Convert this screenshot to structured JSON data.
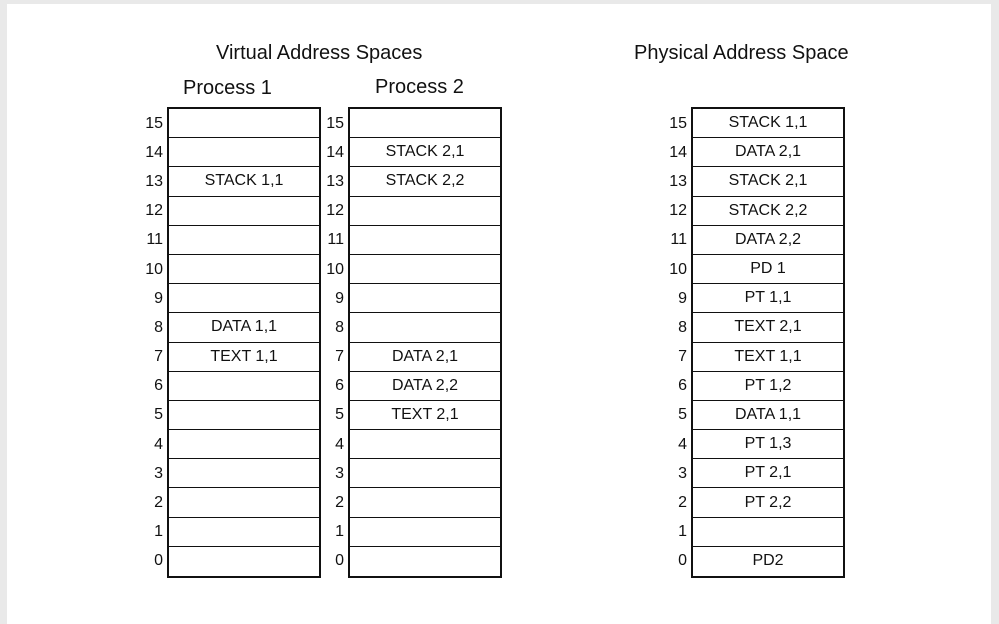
{
  "titles": {
    "virtual": "Virtual Address Spaces",
    "physical": "Physical Address Space",
    "process1": "Process 1",
    "process2": "Process 2"
  },
  "process1": [
    {
      "addr": "15",
      "content": ""
    },
    {
      "addr": "14",
      "content": ""
    },
    {
      "addr": "13",
      "content": "STACK 1,1"
    },
    {
      "addr": "12",
      "content": ""
    },
    {
      "addr": "11",
      "content": ""
    },
    {
      "addr": "10",
      "content": ""
    },
    {
      "addr": "9",
      "content": ""
    },
    {
      "addr": "8",
      "content": "DATA 1,1"
    },
    {
      "addr": "7",
      "content": "TEXT 1,1"
    },
    {
      "addr": "6",
      "content": ""
    },
    {
      "addr": "5",
      "content": ""
    },
    {
      "addr": "4",
      "content": ""
    },
    {
      "addr": "3",
      "content": ""
    },
    {
      "addr": "2",
      "content": ""
    },
    {
      "addr": "1",
      "content": ""
    },
    {
      "addr": "0",
      "content": ""
    }
  ],
  "process2": [
    {
      "addr": "15",
      "content": ""
    },
    {
      "addr": "14",
      "content": "STACK 2,1"
    },
    {
      "addr": "13",
      "content": "STACK 2,2"
    },
    {
      "addr": "12",
      "content": ""
    },
    {
      "addr": "11",
      "content": ""
    },
    {
      "addr": "10",
      "content": ""
    },
    {
      "addr": "9",
      "content": ""
    },
    {
      "addr": "8",
      "content": ""
    },
    {
      "addr": "7",
      "content": "DATA 2,1"
    },
    {
      "addr": "6",
      "content": "DATA 2,2"
    },
    {
      "addr": "5",
      "content": "TEXT 2,1"
    },
    {
      "addr": "4",
      "content": ""
    },
    {
      "addr": "3",
      "content": ""
    },
    {
      "addr": "2",
      "content": ""
    },
    {
      "addr": "1",
      "content": ""
    },
    {
      "addr": "0",
      "content": ""
    }
  ],
  "physical": [
    {
      "addr": "15",
      "content": "STACK 1,1"
    },
    {
      "addr": "14",
      "content": "DATA 2,1"
    },
    {
      "addr": "13",
      "content": "STACK 2,1"
    },
    {
      "addr": "12",
      "content": "STACK 2,2"
    },
    {
      "addr": "11",
      "content": "DATA 2,2"
    },
    {
      "addr": "10",
      "content": "PD 1"
    },
    {
      "addr": "9",
      "content": "PT 1,1"
    },
    {
      "addr": "8",
      "content": "TEXT 2,1"
    },
    {
      "addr": "7",
      "content": "TEXT 1,1"
    },
    {
      "addr": "6",
      "content": "PT 1,2"
    },
    {
      "addr": "5",
      "content": "DATA 1,1"
    },
    {
      "addr": "4",
      "content": "PT 1,3"
    },
    {
      "addr": "3",
      "content": "PT 2,1"
    },
    {
      "addr": "2",
      "content": "PT 2,2"
    },
    {
      "addr": "1",
      "content": ""
    },
    {
      "addr": "0",
      "content": "PD2"
    }
  ]
}
